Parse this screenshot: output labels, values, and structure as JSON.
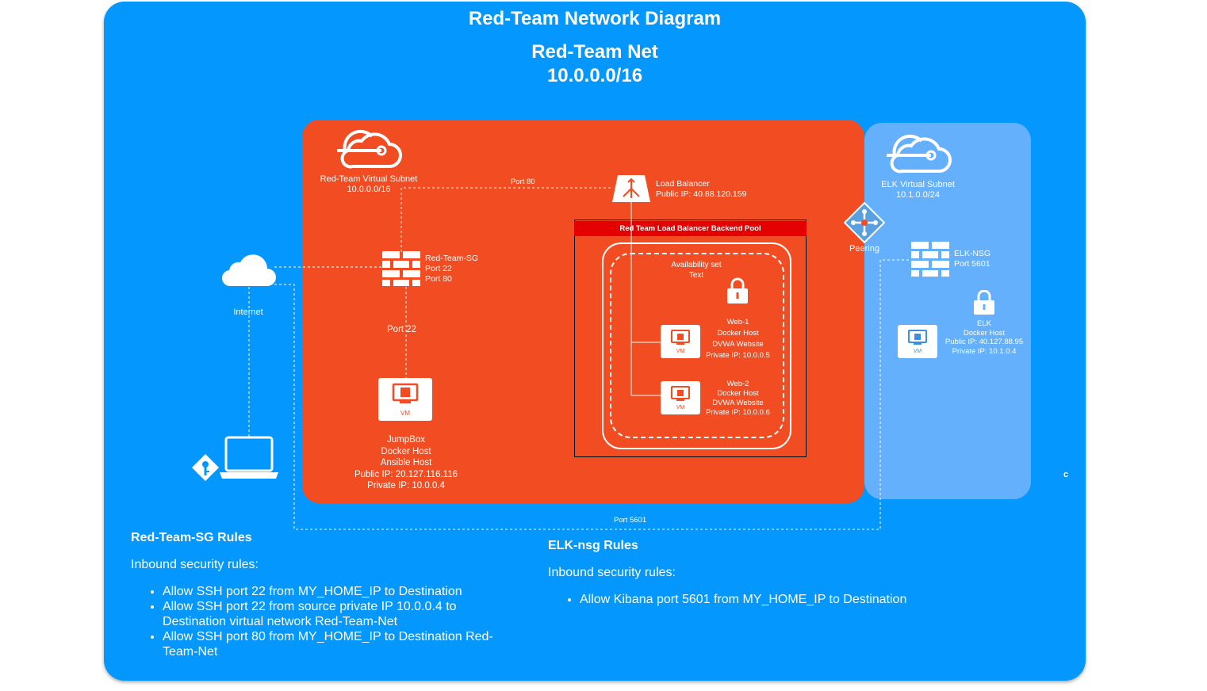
{
  "header": {
    "title": "Red-Team Network Diagram",
    "net_name": "Red-Team Net",
    "net_cidr": "10.0.0.0/16"
  },
  "red_subnet": {
    "name": "Red-Team Virtual Subnet",
    "cidr": "10.0.0.0/16"
  },
  "elk_subnet": {
    "name": "ELK Virtual Subnet",
    "cidr": "10.1.0.0/24"
  },
  "internet": {
    "label": "Internet"
  },
  "red_sg": {
    "name": "Red-Team-SG",
    "port_a": "Port 22",
    "port_b": "Port 80"
  },
  "load_balancer": {
    "name": "Load Balancer",
    "ip": "Public IP: 40.88.120.159"
  },
  "pool": {
    "title": "Red Team Load Balancer Backend Pool",
    "avail_set": "Availability set",
    "avail_text": "Text"
  },
  "web1": {
    "name": "Web-1",
    "role": "Docker Host",
    "site": "DVWA Website",
    "ip": "Private IP: 10.0.0.5"
  },
  "web2": {
    "name": "Web-2",
    "role": "Docker Host",
    "site": "DVWA Website",
    "ip": "Private IP: 10.0.0.6"
  },
  "jumpbox": {
    "name": "JumpBox",
    "role1": "Docker Host",
    "role2": "Ansible Host",
    "public_ip": "Public IP: 20.127.116.116",
    "private_ip": "Private IP: 10.0.0.4"
  },
  "peering": {
    "label": "Peering"
  },
  "elk_nsg": {
    "name": "ELK-NSG",
    "port": "Port 5601"
  },
  "elk_vm": {
    "name": "ELK",
    "role": "Docker Host",
    "public_ip": "Public IP: 40.127.88.95",
    "private_ip": "Private IP: 10.1.0.4"
  },
  "vm_tag": "VM",
  "link_labels": {
    "port80": "Port 80",
    "port22": "Port 22",
    "port5601": "Port 5601"
  },
  "stray_char": "c",
  "red_rules": {
    "title": "Red-Team-SG Rules",
    "subtitle": "Inbound security rules:",
    "items": [
      "Allow SSH port 22 from MY_HOME_IP to Destination",
      "Allow SSH port 22 from source private IP 10.0.0.4 to Destination virtual network Red-Team-Net",
      "Allow SSH port 80 from MY_HOME_IP to Destination Red-Team-Net"
    ]
  },
  "elk_rules": {
    "title": "ELK-nsg Rules",
    "subtitle": "Inbound security rules:",
    "items": [
      "Allow Kibana port 5601 from MY_HOME_IP to Destination"
    ]
  },
  "colors": {
    "outer_bg": "#0497fe",
    "red_subnet": "#f14c22",
    "elk_subnet": "#64b0fd",
    "pool_header": "#e40000"
  }
}
